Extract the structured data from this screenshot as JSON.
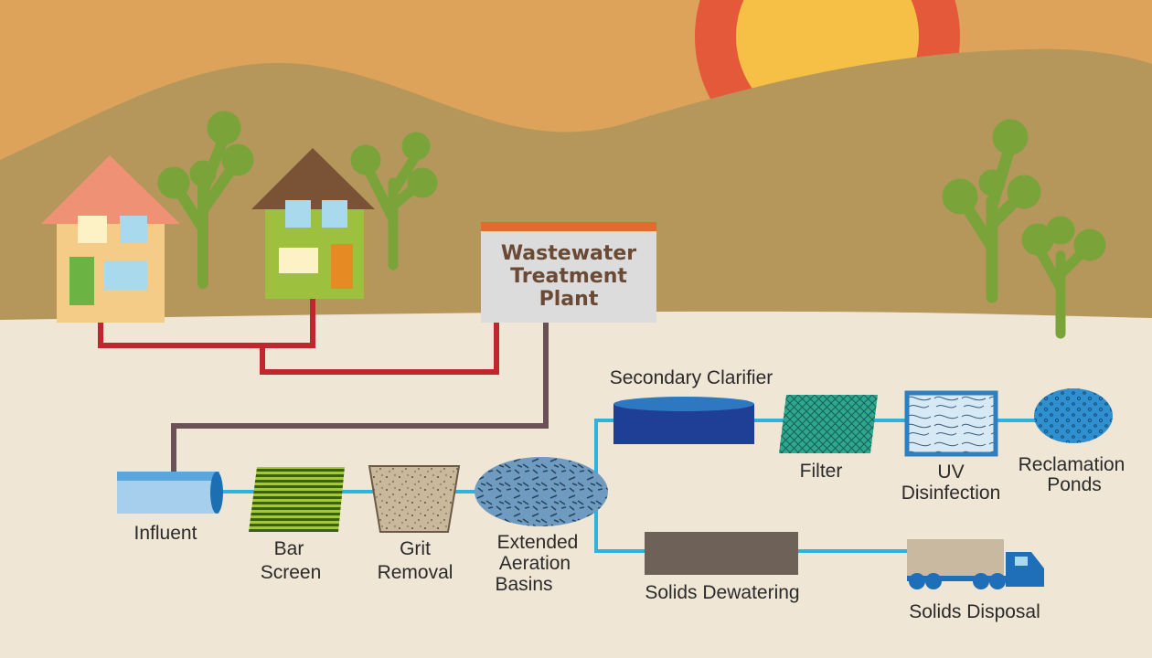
{
  "plant": {
    "title_lines": [
      "Wastewater",
      "Treatment",
      "Plant"
    ]
  },
  "stages": {
    "influent": "Influent",
    "bar_screen": [
      "Bar",
      "Screen"
    ],
    "grit_removal": [
      "Grit",
      "Removal"
    ],
    "aeration": [
      "Extended",
      "Aeration",
      "Basins"
    ],
    "secondary_clarifier": "Secondary Clarifier",
    "filter": "Filter",
    "uv": [
      "UV",
      "Disinfection"
    ],
    "reclamation": [
      "Reclamation",
      "Ponds"
    ],
    "solids_dewatering": "Solids Dewatering",
    "solids_disposal": "Solids Disposal"
  },
  "colors": {
    "sky": "#dda35a",
    "hill": "#b5975b",
    "ground": "#efe6d6",
    "sun": "#f6bf45",
    "sun_rays": "#e4593a",
    "sewer_pipe": "#c0262d",
    "plant_pipe": "#6b5058",
    "water_line": "#2fb2dd",
    "tree": "#7aa43a"
  }
}
